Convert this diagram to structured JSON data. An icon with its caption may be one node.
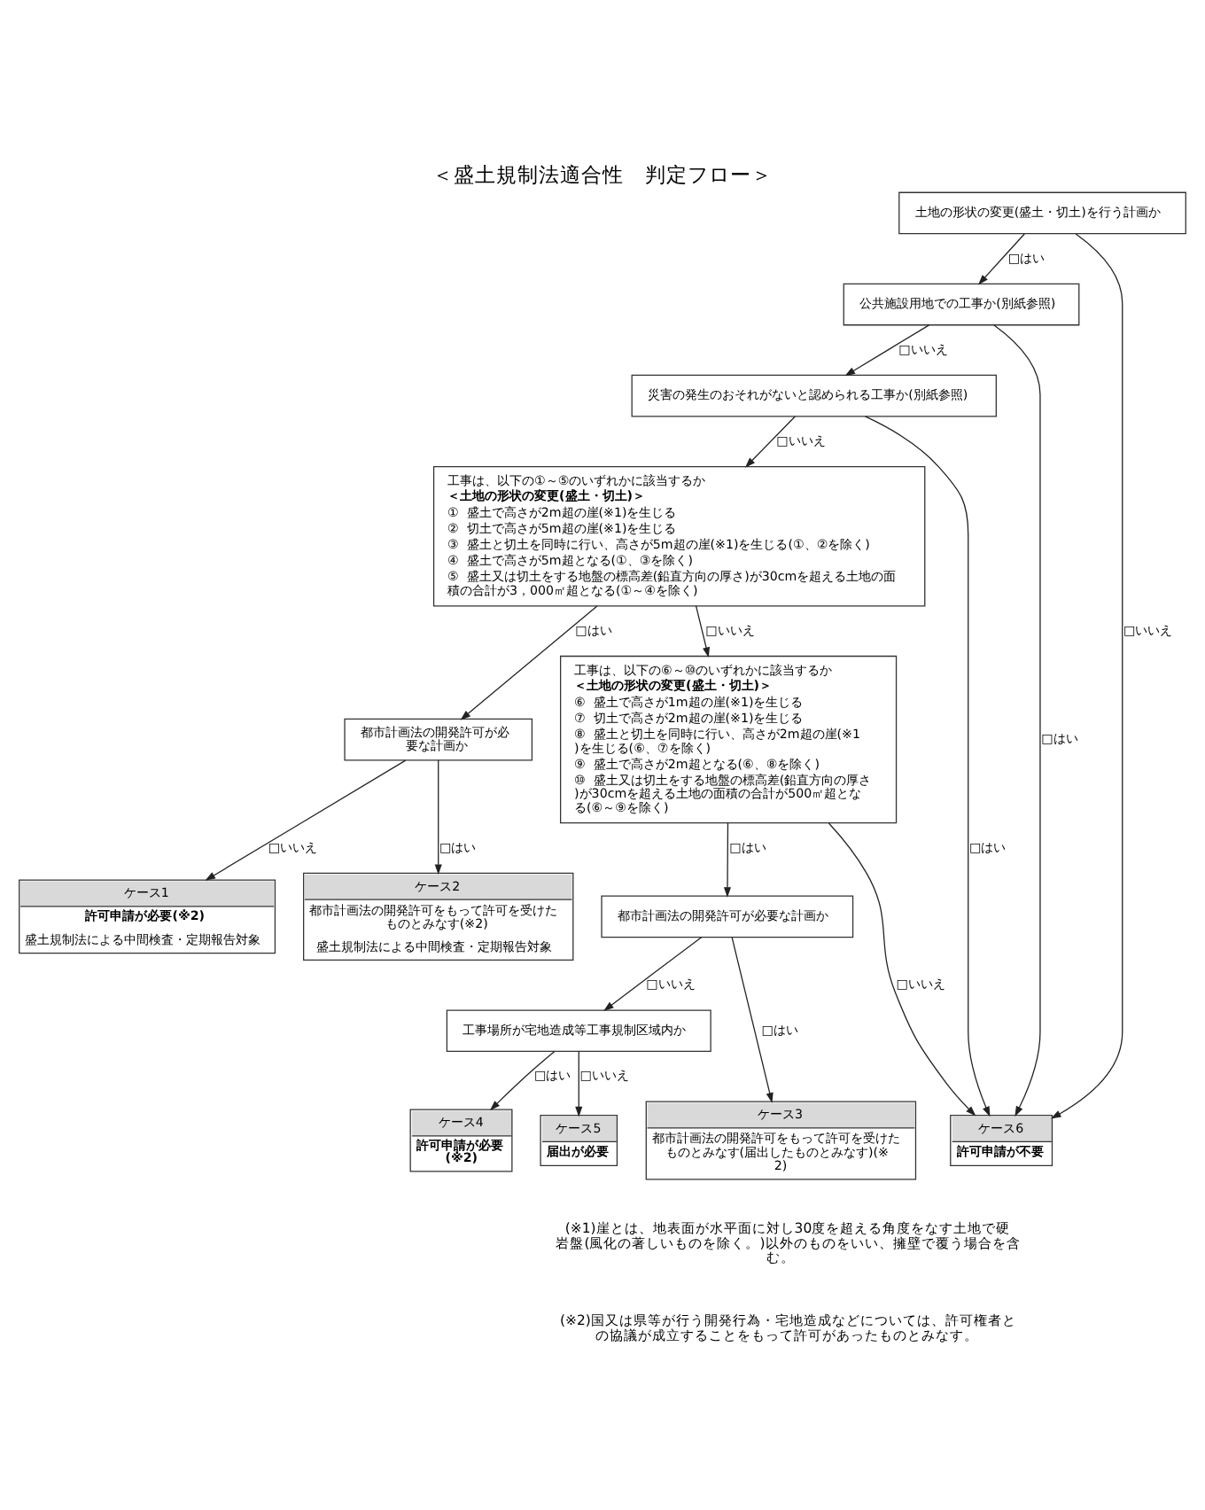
{
  "diagram": {
    "title": "＜盛土規制法適合性　判定フロー＞",
    "nodes": [
      {
        "text": [
          "土地の形状の変更(盛土・切土)を行う計画か"
        ]
      },
      {
        "text": [
          "公共施設用地での工事か(別紙参照)"
        ]
      },
      {
        "text": [
          "災害の発生のおそれがないと認められる工事か(別紙参照)"
        ]
      },
      {
        "text": [
          "工事は、以下の①～⑤のいずれかに該当するか",
          "＜土地の形状の変更(盛土・切土)＞",
          "①  盛土で高さが2m超の崖(※1)を生じる",
          "②  切土で高さが5m超の崖(※1)を生じる",
          "③  盛土と切土を同時に行い、高さが5m超の崖(※1)を生じる(①、②を除く)",
          "④  盛土で高さが5m超となる(①、③を除く)",
          "⑤  盛土又は切土をする地盤の標高差(鉛直方向の厚さ)が30cmを超える土地の面積の合計が3，000㎡超となる(①～④を除く)"
        ]
      },
      {
        "text": [
          "都市計画法の開発許可が必要な計画か"
        ]
      },
      {
        "text": [
          "ケース1",
          "許可申請が必要(※2)",
          "盛土規制法による中間検査・定期報告対象"
        ]
      },
      {
        "text": [
          "ケース2",
          "都市計画法の開発許可をもって許可を受けたものとみなす(※2)",
          "盛土規制法による中間検査・定期報告対象"
        ]
      },
      {
        "text": [
          "工事は、以下の⑥～⑩のいずれかに該当するか",
          "＜土地の形状の変更(盛土・切土)＞",
          "⑥  盛土で高さが1m超の崖(※1)を生じる",
          "⑦  切土で高さが2m超の崖(※1)を生じる",
          "⑧  盛土と切土を同時に行い、高さが2m超の崖(※1)を生じる(⑥、⑦を除く)",
          "⑨  盛土で高さが2m超となる(⑥、⑧を除く)",
          "⑩  盛土又は切土をする地盤の標高差(鉛直方向の厚さ)が30cmを超える土地の面積の合計が500㎡超となる(⑥～⑨を除く)"
        ]
      },
      {
        "text": [
          "都市計画法の開発許可が必要な計画か"
        ]
      },
      {
        "text": [
          "工事場所が宅地造成等工事規制区域内か"
        ]
      },
      {
        "text": [
          "ケース3",
          "都市計画法の開発許可をもって許可を受けたものとみなす(届出したものとみなす)(※2)"
        ]
      },
      {
        "text": [
          "ケース4",
          "許可申請が必要(※2)"
        ]
      },
      {
        "text": [
          "ケース5",
          "届出が必要"
        ]
      },
      {
        "text": [
          "ケース6",
          "許可申請が不要"
        ]
      }
    ],
    "edges": [
      {
        "from": 0,
        "to": 1,
        "arrow": "to",
        "label": "□はい"
      },
      {
        "from": 0,
        "to": 13,
        "arrow": "to",
        "label": "□いいえ"
      },
      {
        "from": 1,
        "to": 2,
        "arrow": "to",
        "label": "□いいえ"
      },
      {
        "from": 1,
        "to": 13,
        "arrow": "to",
        "label": "□はい"
      },
      {
        "from": 2,
        "to": 3,
        "arrow": "to",
        "label": "□いいえ"
      },
      {
        "from": 2,
        "to": 13,
        "arrow": "to",
        "label": "□はい"
      },
      {
        "from": 3,
        "to": 4,
        "arrow": "to",
        "label": "□はい"
      },
      {
        "from": 3,
        "to": 7,
        "arrow": "to",
        "label": "□いいえ"
      },
      {
        "from": 4,
        "to": 6,
        "arrow": "to",
        "label": "□はい"
      },
      {
        "from": 4,
        "to": 5,
        "arrow": "to",
        "label": "□いいえ"
      },
      {
        "from": 7,
        "to": 8,
        "arrow": "to",
        "label": "□はい"
      },
      {
        "from": 7,
        "to": 13,
        "arrow": "to",
        "label": "□いいえ"
      },
      {
        "from": 8,
        "to": 10,
        "arrow": "to",
        "label": "□はい"
      },
      {
        "from": 8,
        "to": 9,
        "arrow": "to",
        "label": "□いいえ"
      },
      {
        "from": 9,
        "to": 11,
        "arrow": "to",
        "label": "□はい"
      },
      {
        "from": 9,
        "to": 12,
        "arrow": "to",
        "label": "□いいえ"
      }
    ],
    "labels": [
      "(※1)崖とは、地表面が水平面に対し30度を超える角度をなす土地で硬岩盤(風化の著しいものを除く。)以外のものをいい、擁壁で覆う場合を含む。",
      "(※2)国又は県等が行う開発行為・宅地造成などについては、許可権者との協議が成立することをもって許可があったものとみなす。"
    ]
  }
}
